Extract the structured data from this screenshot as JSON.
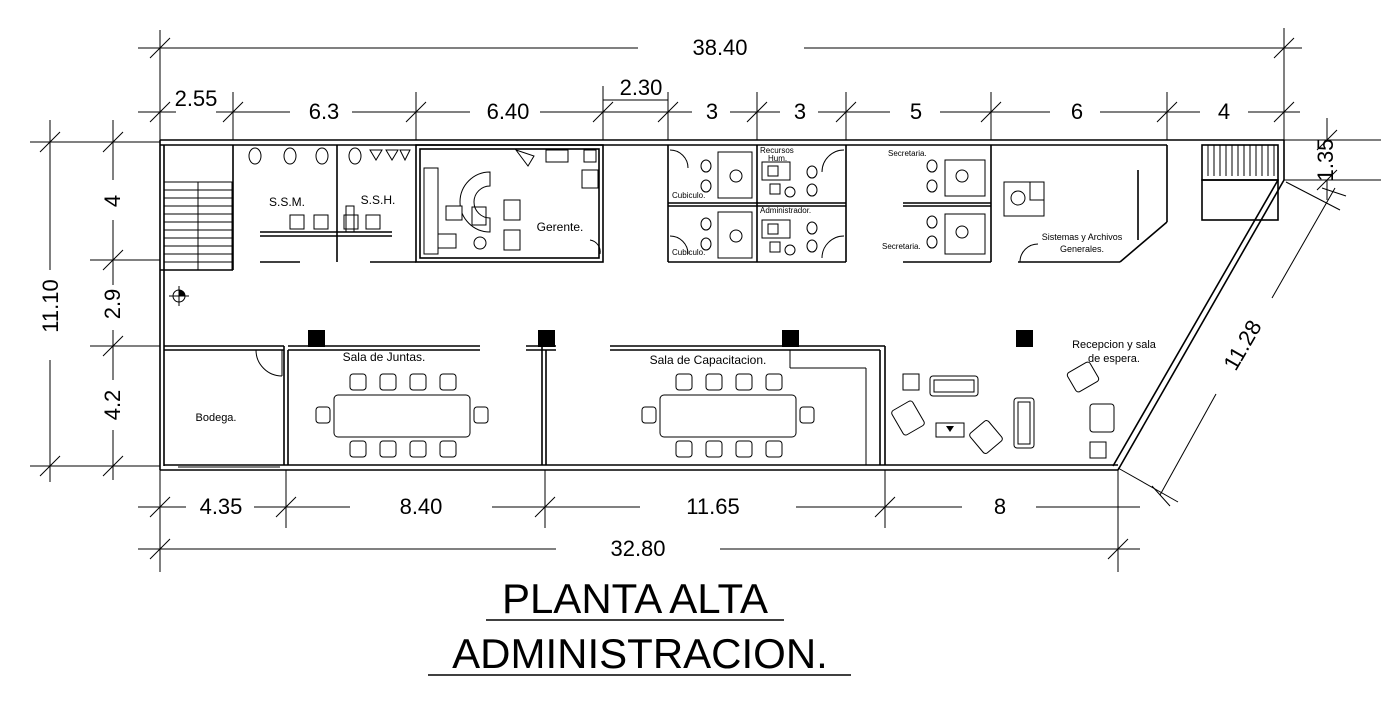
{
  "dimensions": {
    "top_total": "38.40",
    "top_segments": [
      "2.55",
      "6.3",
      "6.40",
      "2.30",
      "3",
      "3",
      "5",
      "6",
      "4"
    ],
    "right_step": "1.35",
    "left_total": "11.10",
    "left_segments": [
      "4",
      "2.9",
      "4.2"
    ],
    "diagonal": "11.28",
    "bottom_segments": [
      "4.35",
      "8.40",
      "11.65",
      "8"
    ],
    "bottom_total": "32.80"
  },
  "rooms": {
    "ssm": "S.S.M.",
    "ssh": "S.S.H.",
    "gerente": "Gerente.",
    "cubiculo_1": "Cubiculo.",
    "cubiculo_2": "Cubiculo.",
    "recursos_1": "Recursos",
    "recursos_2": "Hum.",
    "administrador": "Administrador.",
    "secretaria_1": "Secretaria.",
    "secretaria_2": "Secretaria.",
    "sistemas_1": "Sistemas y Archivos",
    "sistemas_2": "Generales.",
    "juntas": "Sala de Juntas.",
    "capacitacion": "Sala de Capacitacion.",
    "recepcion_1": "Recepcion y sala",
    "recepcion_2": "de espera.",
    "bodega": "Bodega."
  },
  "title": {
    "line1": "PLANTA ALTA",
    "line2": "ADMINISTRACION."
  }
}
